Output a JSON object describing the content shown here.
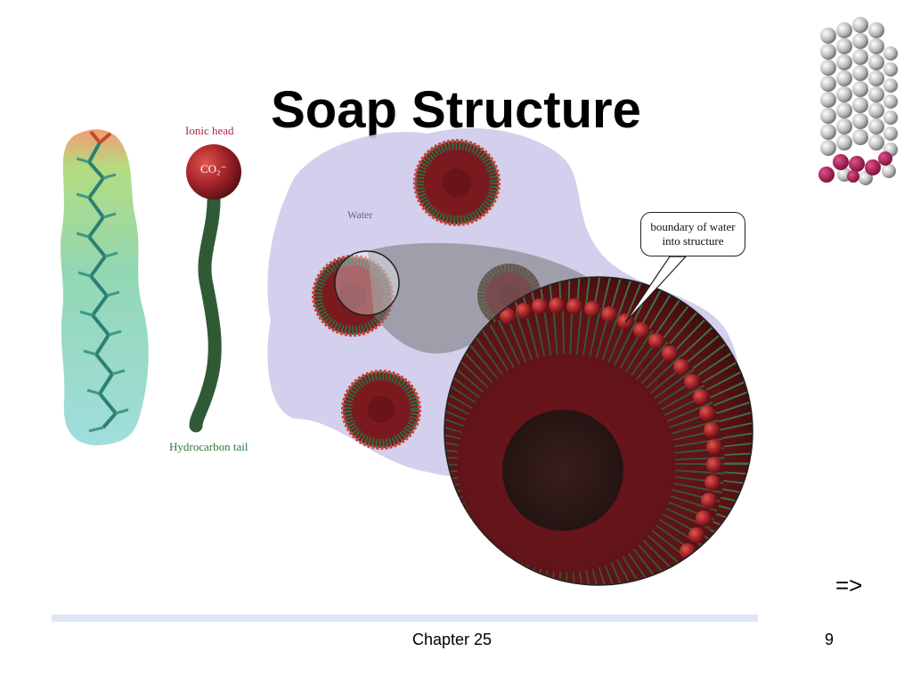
{
  "slide": {
    "title": "Soap Structure",
    "chapter": "Chapter 25",
    "page_number": "9",
    "next_arrow": "=>"
  },
  "figure": {
    "ionic_head_label": "Ionic head",
    "co2_label": "CO₂⁻",
    "hydrocarbon_tail_label": "Hydrocarbon tail",
    "water_label": "Water",
    "callout_line1": "boundary of water",
    "callout_line2": "into structure"
  },
  "colors": {
    "head_red": "#8e1f22",
    "tail_green": "#2f5a36",
    "water_lavender": "#cfcaea",
    "accent_magenta": "#b01f5a"
  },
  "icons": {
    "next_slide": "arrow-right"
  }
}
